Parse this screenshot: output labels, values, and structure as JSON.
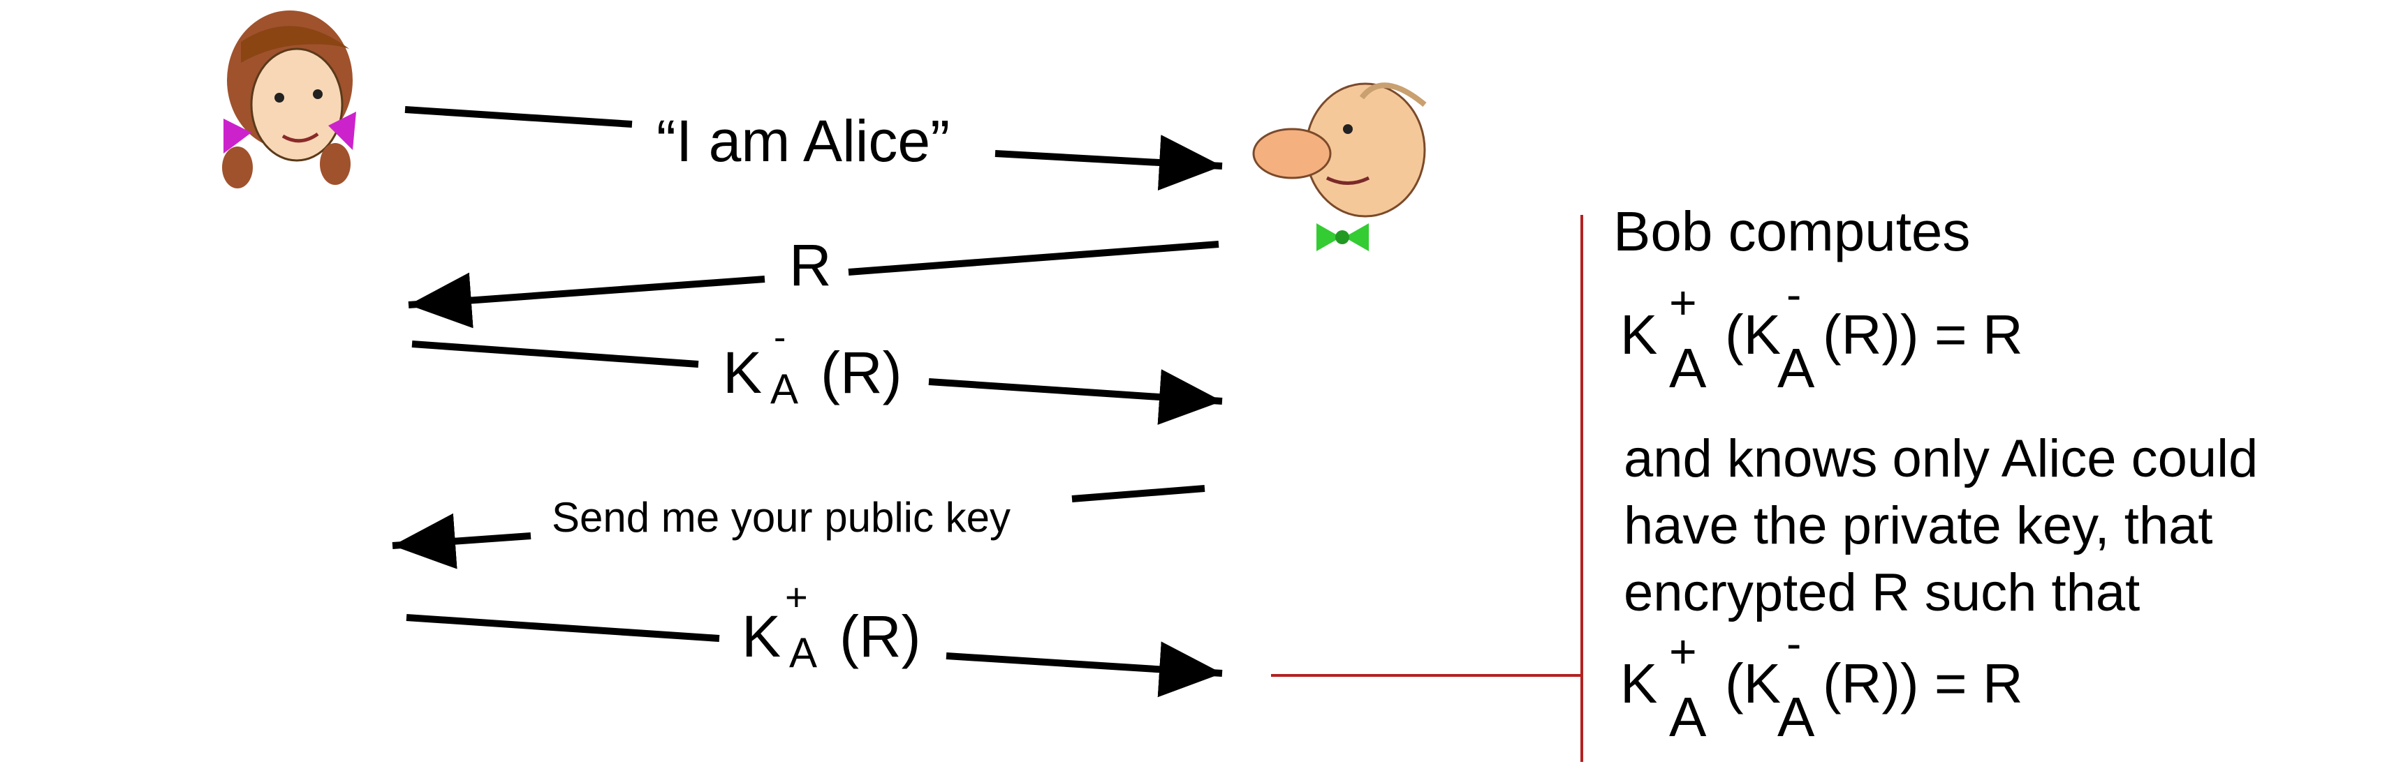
{
  "messages": {
    "m1": "“I am Alice”",
    "m2": "R",
    "m3_K": "K",
    "m3_sub": "A",
    "m3_sup": "-",
    "m3_tail": "(R)",
    "m4": "Send me your public key",
    "m5_K": "K",
    "m5_sub": "A",
    "m5_sup": "+",
    "m5_tail": "(R)"
  },
  "panel": {
    "heading": "Bob computes",
    "eq1": {
      "K": "K",
      "sup_plus": "+",
      "sub": "A",
      "open": "(K",
      "sup_minus": "-",
      "sub2": "A",
      "tail": "(R)) = R"
    },
    "body_line1": "and knows only Alice could",
    "body_line2": "have the private key, that",
    "body_line3": "encrypted R such that",
    "eq2": {
      "K": "K",
      "sup_plus": "+",
      "sub": "A",
      "open": "(K",
      "sup_minus": "-",
      "sub2": "A",
      "tail": "(R)) = R"
    }
  },
  "colors": {
    "arrow": "#000000",
    "bracket": "#b22222",
    "alice_hair": "#a0522d",
    "alice_bow": "#cc22cc",
    "bob_skin": "#f5c89a",
    "bob_tie": "#33cc33"
  },
  "icons": {
    "alice": "alice-avatar",
    "bob": "bob-avatar"
  }
}
